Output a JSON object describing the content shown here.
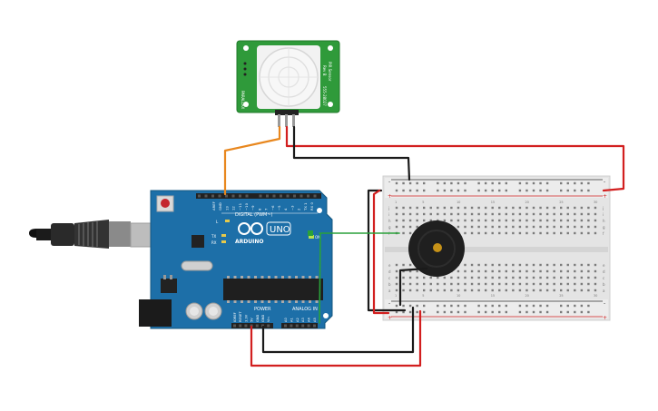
{
  "arduino": {
    "header_labels": [
      "AREF",
      "GND",
      "13",
      "12",
      "~11",
      "~10",
      "~9",
      "8",
      "7",
      "~6",
      "~5",
      "4",
      "~3",
      "2",
      "TX 1",
      "RX 0"
    ],
    "digital_label": "DIGITAL (PWM~)",
    "brand_text": "UNO",
    "logo_word": "ARDUINO",
    "led_labels": [
      "L",
      "TX",
      "RX"
    ],
    "on_label": "ON",
    "power_label": "POWER",
    "analog_label": "ANALOG IN",
    "power_pins": [
      "IOREF",
      "RESET",
      "3.3V",
      "5V",
      "GND",
      "GND",
      "Vin"
    ],
    "analog_pins": [
      "A0",
      "A1",
      "A2",
      "A3",
      "A4",
      "A5"
    ]
  },
  "pir": {
    "right_text": [
      "PIR Sensor",
      "Rev B"
    ],
    "left_text": [
      "PARALLAX",
      "555-28027"
    ]
  },
  "breadboard": {
    "row_letters_top": [
      "j",
      "i",
      "h",
      "g",
      "f"
    ],
    "row_letters_bottom": [
      "e",
      "d",
      "c",
      "b",
      "a"
    ],
    "column_numbers": [
      "1",
      "5",
      "10",
      "15",
      "20",
      "25",
      "30"
    ],
    "rail_plus": "+",
    "rail_minus": "-"
  },
  "colors": {
    "board_blue": "#1d6fa8",
    "board_dark": "#15577f",
    "pcb_green": "#2f9a3a",
    "wire_orange": "#e8871e",
    "wire_red": "#d21f1f",
    "wire_black": "#1a1a1a",
    "wire_green": "#2aa13a",
    "breadboard": "#e4e4e4",
    "buzzer": "#1f1f1f",
    "buzzer_center": "#c69218"
  }
}
